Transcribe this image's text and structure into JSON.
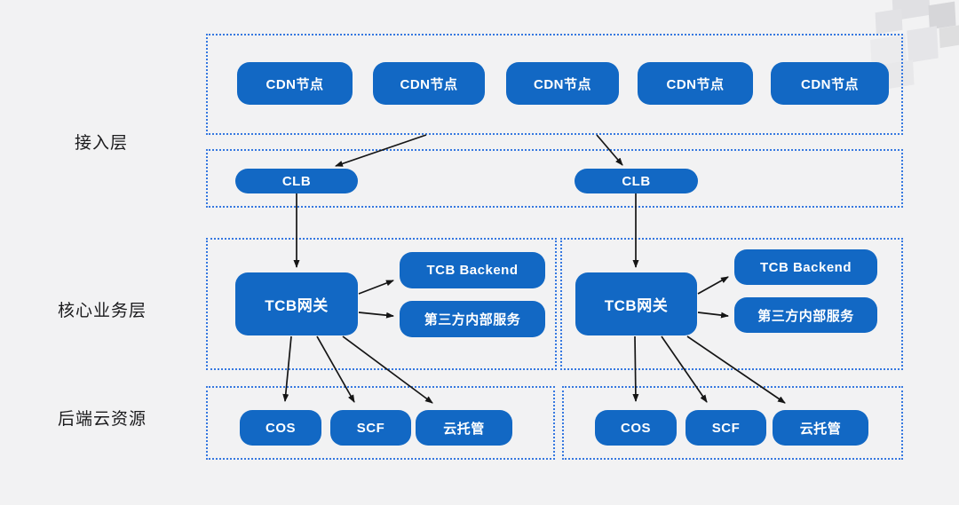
{
  "diagram": {
    "layers": [
      {
        "label": "接入层"
      },
      {
        "label": "核心业务层"
      },
      {
        "label": "后端云资源"
      }
    ],
    "access": {
      "cdn_nodes": [
        "CDN节点",
        "CDN节点",
        "CDN节点",
        "CDN节点",
        "CDN节点"
      ],
      "clb_nodes": [
        "CLB",
        "CLB"
      ]
    },
    "core": {
      "clusters": [
        {
          "gateway": "TCB网关",
          "services": [
            "TCB Backend",
            "第三方内部服务"
          ]
        },
        {
          "gateway": "TCB网关",
          "services": [
            "TCB Backend",
            "第三方内部服务"
          ]
        }
      ]
    },
    "backend": {
      "clusters": [
        {
          "resources": [
            "COS",
            "SCF",
            "云托管"
          ]
        },
        {
          "resources": [
            "COS",
            "SCF",
            "云托管"
          ]
        }
      ]
    },
    "colors": {
      "node_blue": "#1268c4",
      "dashed_border_blue": "#3678e0",
      "arrow_black": "#151515",
      "canvas_grey": "#f2f2f3"
    }
  }
}
